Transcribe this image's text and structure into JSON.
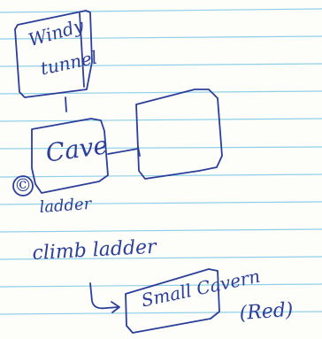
{
  "colors": {
    "paper": "#fdfdfa",
    "rule_line": "#8fd0e8",
    "ink": "#2b3f9a"
  },
  "nodes": {
    "windy_tunnel": {
      "line1": "Windy",
      "line2": "tunnel"
    },
    "cave": {
      "label": "Cave"
    },
    "empty_box": {
      "label": ""
    },
    "small_cavern": {
      "label": "Small Cavern",
      "note": "(Red)"
    }
  },
  "annotations": {
    "circle_marker": "©",
    "ladder": "ladder",
    "climb_ladder": "climb ladder"
  },
  "icons": {
    "arrow": "hook-arrow-icon"
  }
}
